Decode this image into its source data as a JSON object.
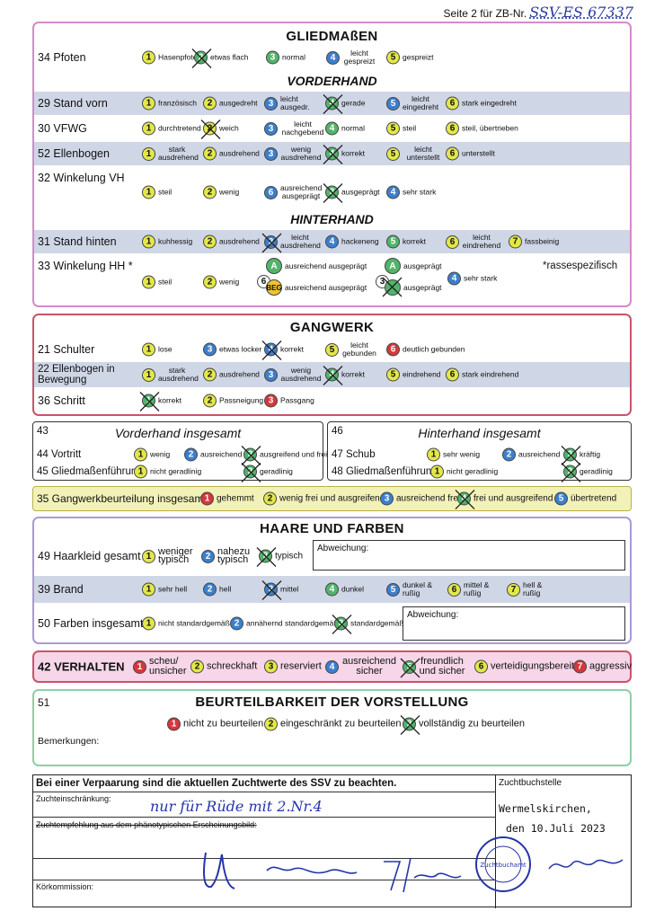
{
  "header": {
    "page_label": "Seite 2 für ZB-Nr.",
    "zb_nr": "SSV-ES 67337"
  },
  "glied": {
    "title": "GLIEDMAßEN",
    "pfoten": {
      "label": "34 Pfoten",
      "opts": [
        "Hasenpfoten",
        "etwas flach",
        "normal",
        "leicht gespreizt",
        "gespreizt"
      ]
    },
    "vh_title": "VORDERHAND",
    "stand_vorn": {
      "label": "29 Stand vorn",
      "opts": [
        "französisch",
        "ausgedreht",
        "leicht ausgedr.",
        "gerade",
        "leicht eingedreht",
        "stark eingedreht"
      ]
    },
    "vfwg": {
      "label": "30 VFWG",
      "opts": [
        "durchtretend",
        "weich",
        "leicht nachgebend",
        "normal",
        "steil",
        "steil, übertrieben"
      ]
    },
    "ellenbogen": {
      "label": "52 Ellenbogen",
      "opts": [
        "stark ausdrehend",
        "ausdrehend",
        "wenig ausdrehend",
        "korrekt",
        "leicht unterstellt",
        "unterstellt"
      ]
    },
    "wink_vh": {
      "label": "32 Winkelung VH",
      "opts": [
        "steil",
        "wenig",
        "ausreichend ausgeprägt",
        "ausgeprägt",
        "sehr stark"
      ]
    },
    "hh_title": "HINTERHAND",
    "stand_hinten": {
      "label": "31 Stand hinten",
      "opts": [
        "kuhhessig",
        "ausdrehend",
        "leicht ausdrehend",
        "hackeneng",
        "korrekt",
        "leicht eindrehend",
        "fassbeinig"
      ]
    },
    "wink_hh": {
      "label": "33 Winkelung HH *",
      "opts": [
        "steil",
        "wenig",
        "ausreichend ausgeprägt",
        "ausreichend ausgeprägt",
        "ausgeprägt",
        "ausgeprägt",
        "sehr stark"
      ],
      "a": "A",
      "beg": "BEG",
      "n6": "6",
      "n3": "3",
      "note": "*rassespezifisch"
    }
  },
  "gang": {
    "title": "GANGWERK",
    "schulter": {
      "label": "21 Schulter",
      "opts": [
        "lose",
        "etwas locker",
        "korrekt",
        "leicht gebunden",
        "deutlich gebunden"
      ]
    },
    "ellb": {
      "label": "22 Ellenbogen in Bewegung",
      "opts": [
        "stark ausdrehend",
        "ausdrehend",
        "wenig ausdrehend",
        "korrekt",
        "eindrehend",
        "stark eindrehend"
      ]
    },
    "schritt": {
      "label": "36 Schritt",
      "opts": [
        "korrekt",
        "Passneigung",
        "Passgang"
      ]
    }
  },
  "vh_ins": {
    "num": "43",
    "title": "Vorderhand insgesamt",
    "r1": {
      "label": "44 Vortritt",
      "opts": [
        "wenig",
        "ausreichend",
        "ausgreifend und frei"
      ]
    },
    "r2": {
      "label": "45 Gliedmaßenführung",
      "opts": [
        "nicht geradlinig",
        "geradlinig"
      ]
    }
  },
  "hh_ins": {
    "num": "46",
    "title": "Hinterhand insgesamt",
    "r1": {
      "label": "47 Schub",
      "opts": [
        "sehr wenig",
        "ausreichend",
        "kräftig"
      ]
    },
    "r2": {
      "label": "48 Gliedmaßenführung",
      "opts": [
        "nicht geradlinig",
        "geradlinig"
      ]
    }
  },
  "gwb": {
    "label": "35 Gangwerkbeurteilung insgesamt",
    "opts": [
      "gehemmt",
      "wenig frei und ausgreifend",
      "ausreichend frei",
      "frei und ausgreifend",
      "übertretend"
    ]
  },
  "haare": {
    "title": "HAARE UND FARBEN",
    "haarkleid": {
      "label": "49 Haarkleid gesamt",
      "opts": [
        "weniger typisch",
        "nahezu typisch",
        "typisch"
      ],
      "abw": "Abweichung:"
    },
    "brand": {
      "label": "39 Brand",
      "opts": [
        "sehr hell",
        "hell",
        "mittel",
        "dunkel",
        "dunkel & rußig",
        "mittel & rußig",
        "hell & rußig"
      ]
    },
    "farben": {
      "label": "50 Farben insgesamt",
      "opts": [
        "nicht standardgemäß",
        "annähernd standardgemäß",
        "standardgemäß"
      ],
      "abw": "Abweichung:"
    }
  },
  "verhalten": {
    "label": "42 VERHALTEN",
    "opts": [
      "scheu/ unsicher",
      "schreckhaft",
      "reserviert",
      "ausreichend sicher",
      "freundlich und sicher",
      "verteidigungsbereit",
      "aggressiv"
    ]
  },
  "beurt": {
    "num": "51",
    "title": "BEURTEILBARKEIT DER VORSTELLUNG",
    "opts": [
      "nicht zu beurteilen",
      "eingeschränkt zu beurteilen",
      "vollständig zu beurteilen"
    ],
    "bem": "Bemerkungen:"
  },
  "bottom": {
    "notice": "Bei einer Verpaarung sind die aktuellen Zuchtwerte des SSV zu beachten.",
    "zuchtbuch": "Zuchtbuchstelle",
    "einschr": "Zuchteinschränkung:",
    "einschr_hw": "nur für Rüde mit 2.Nr.4",
    "empf": "Zuchtempfehlung aus dem phänotypischen Erscheinungsbild:",
    "kk": "Körkommission:",
    "place": "Wermelskirchen,",
    "date": "den 10.Juli 2023",
    "stamp": "Zuchtbuchamt"
  },
  "colors": {
    "pink": "#d58bc8",
    "red": "#c9546a",
    "green": "#8fcfa6",
    "purple": "#a99ad6",
    "shade": "#cfd6e6"
  }
}
